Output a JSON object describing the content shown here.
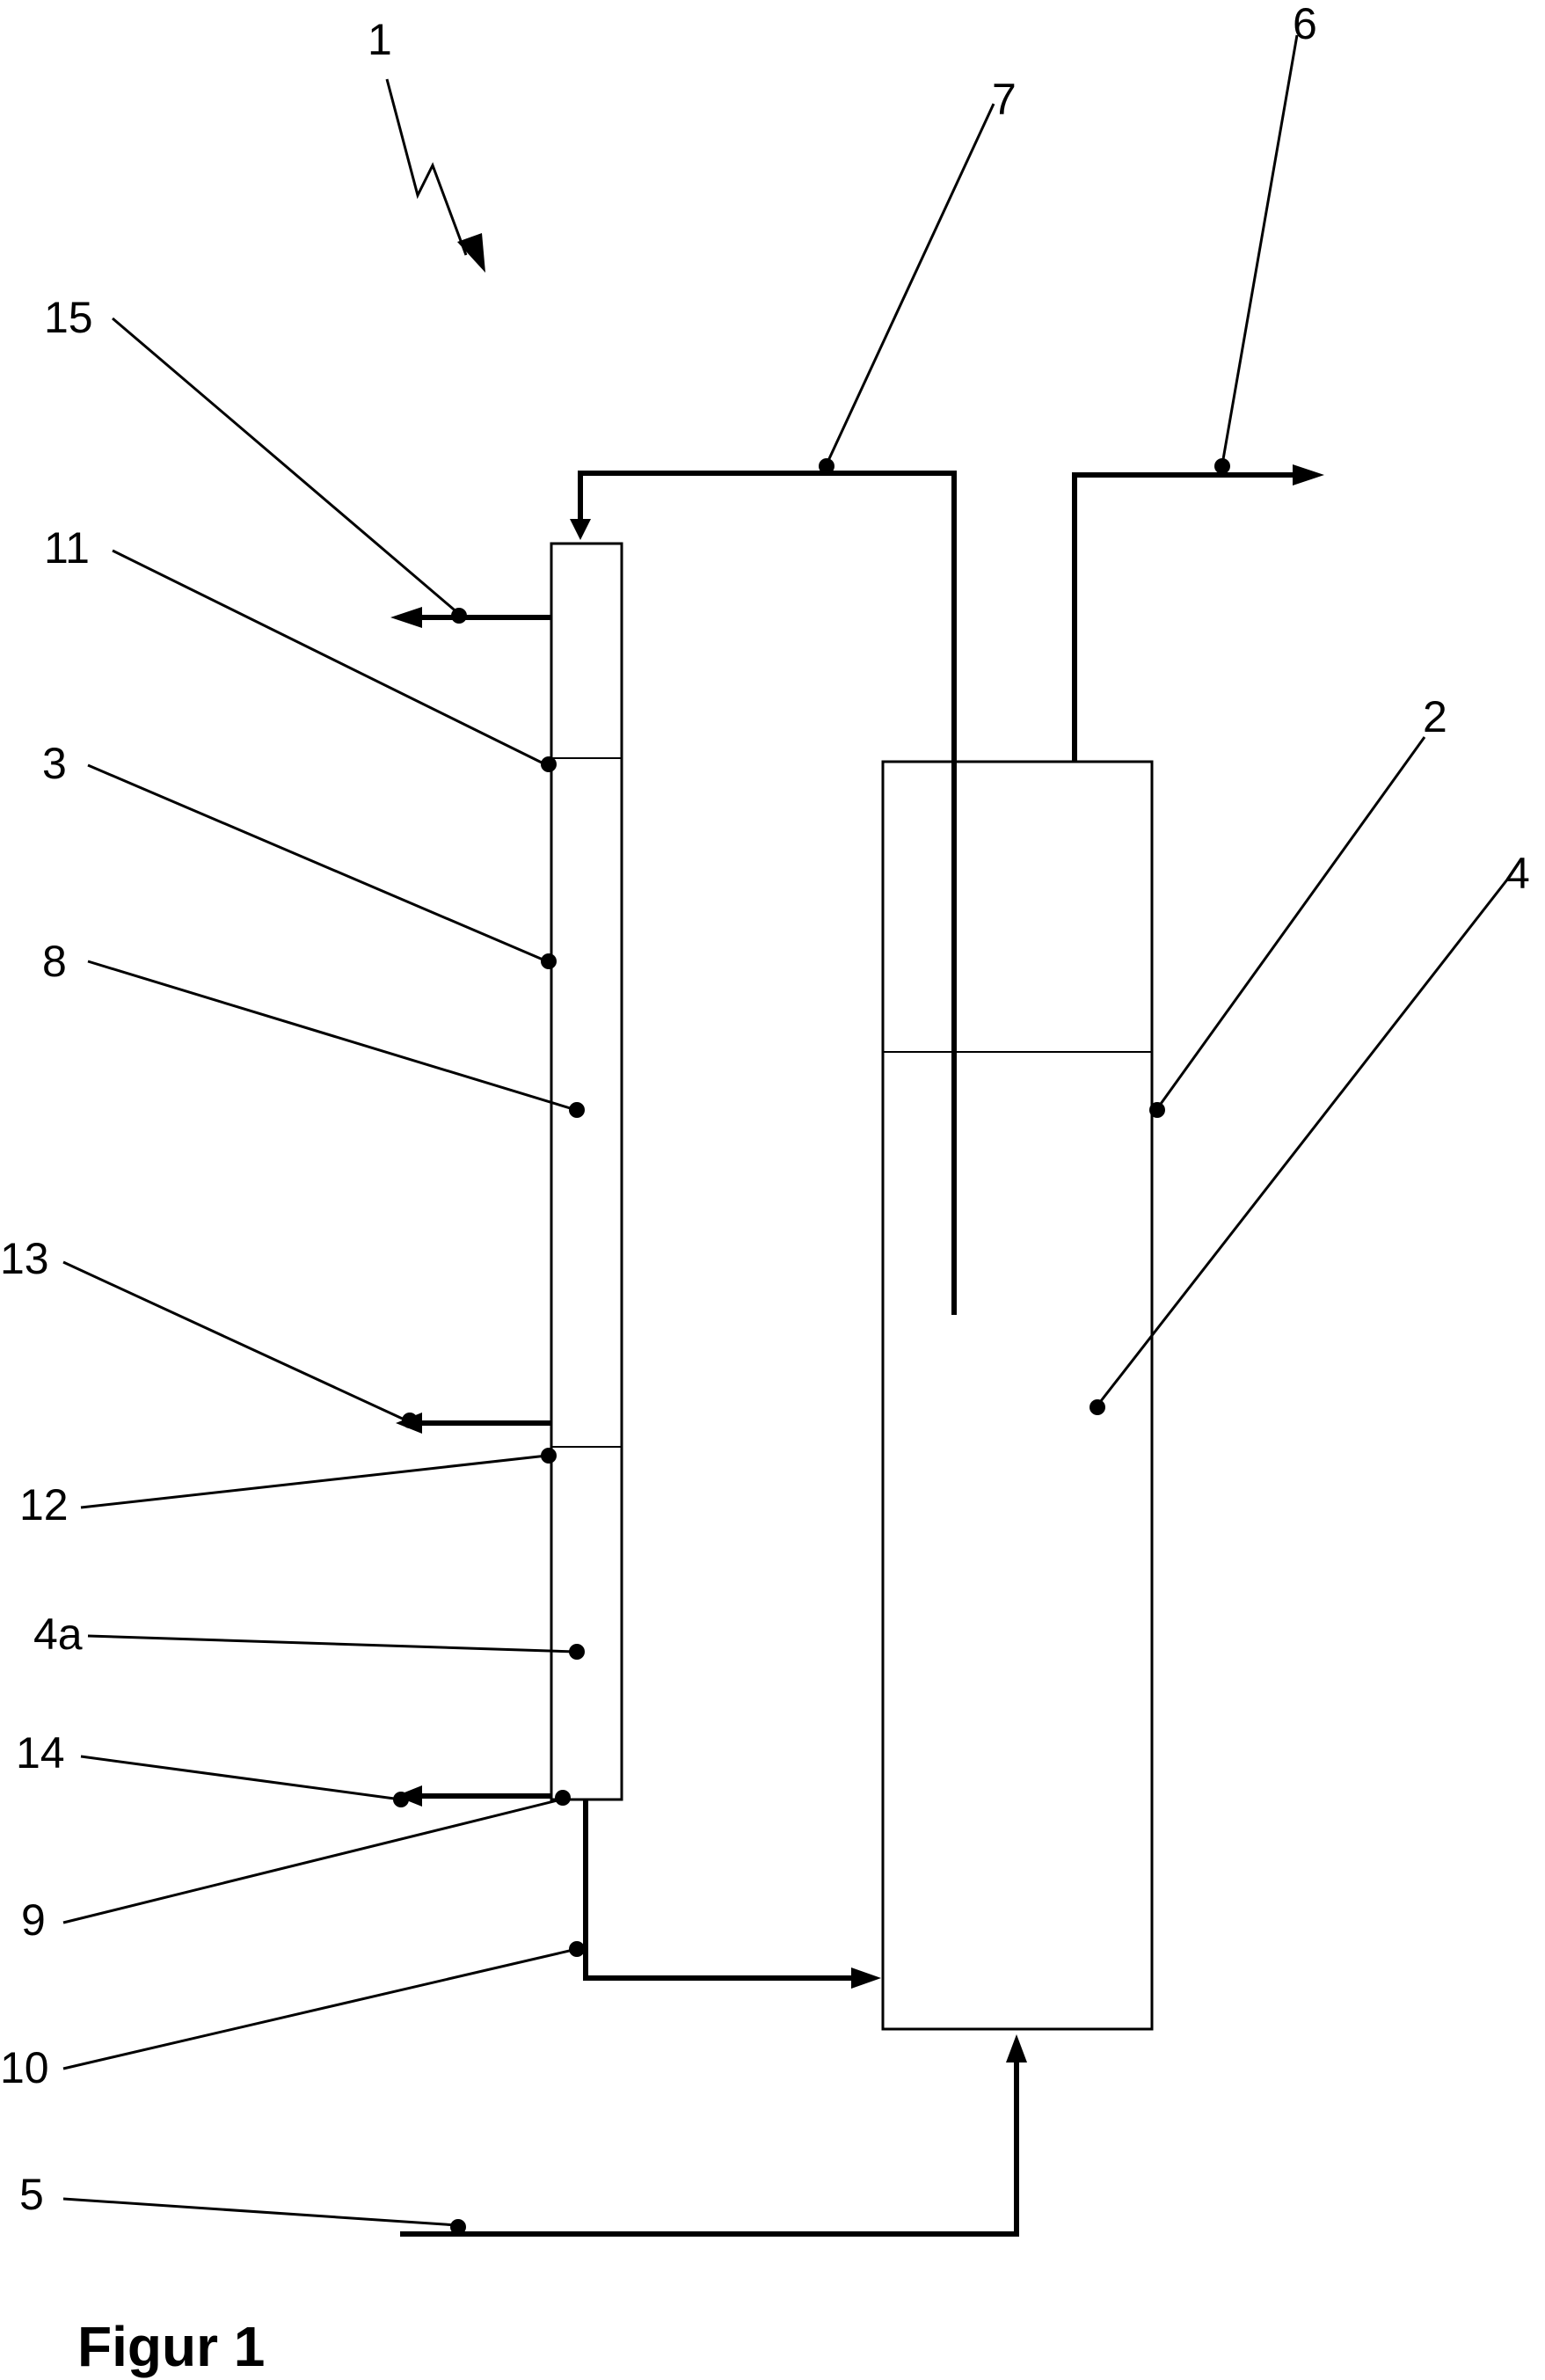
{
  "labels": {
    "l1": "1",
    "l2": "2",
    "l3": "3",
    "l4": "4",
    "l4a": "4a",
    "l5": "5",
    "l6": "6",
    "l7": "7",
    "l8": "8",
    "l9": "9",
    "l10": "10",
    "l11": "11",
    "l12": "12",
    "l13": "13",
    "l14": "14",
    "l15": "15"
  },
  "caption": "Figur 1"
}
